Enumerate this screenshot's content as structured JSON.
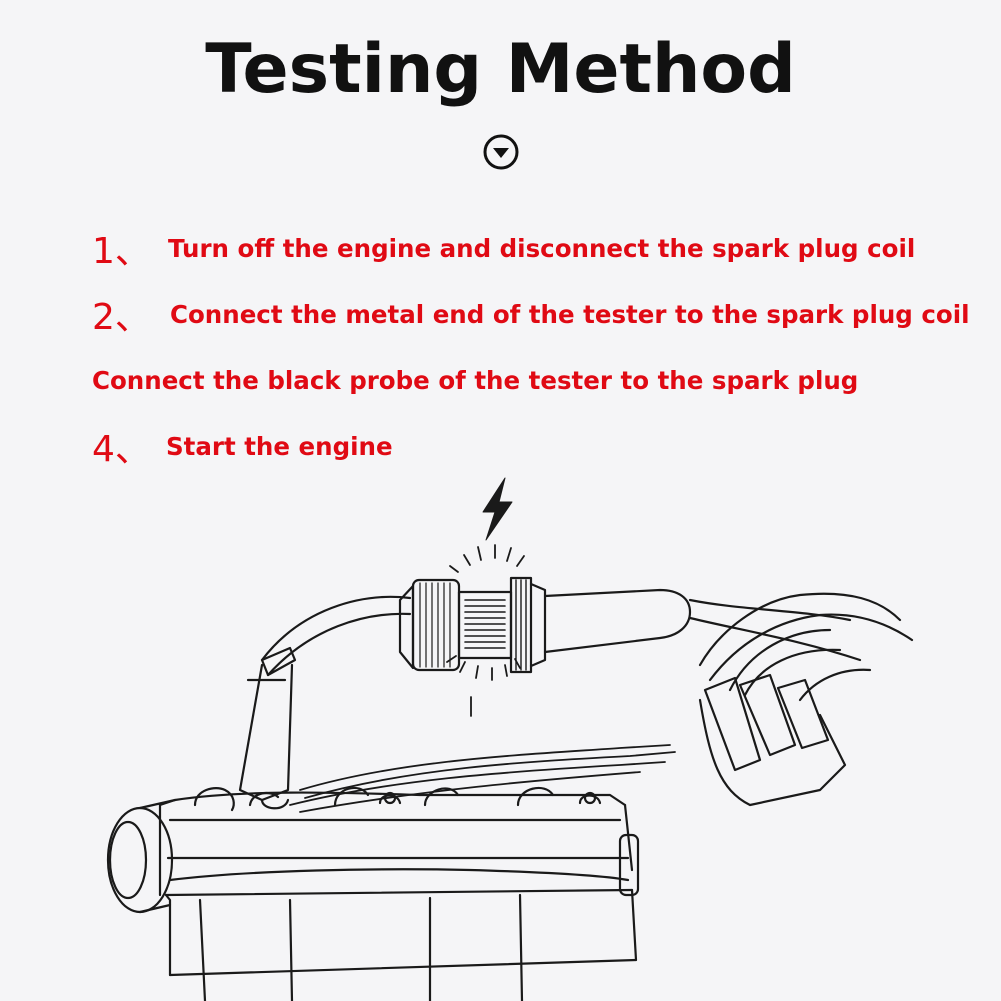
{
  "title": "Testing Method",
  "steps": [
    {
      "number": "1、",
      "text": "Turn off the engine and disconnect the spark plug coil"
    },
    {
      "number": "2、",
      "text": "Connect the metal end of the tester to the spark plug coil"
    },
    {
      "number": "",
      "text": "Connect the black probe of the tester to the spark plug"
    },
    {
      "number": "4、",
      "text": "Start the engine"
    }
  ],
  "colors": {
    "title": "#111111",
    "step_text": "#e00a14",
    "background": "#f5f5f7",
    "line_art": "#1a1a1a"
  },
  "icons": [
    "chevron-down-circle-icon",
    "lightning-bolt-icon"
  ]
}
